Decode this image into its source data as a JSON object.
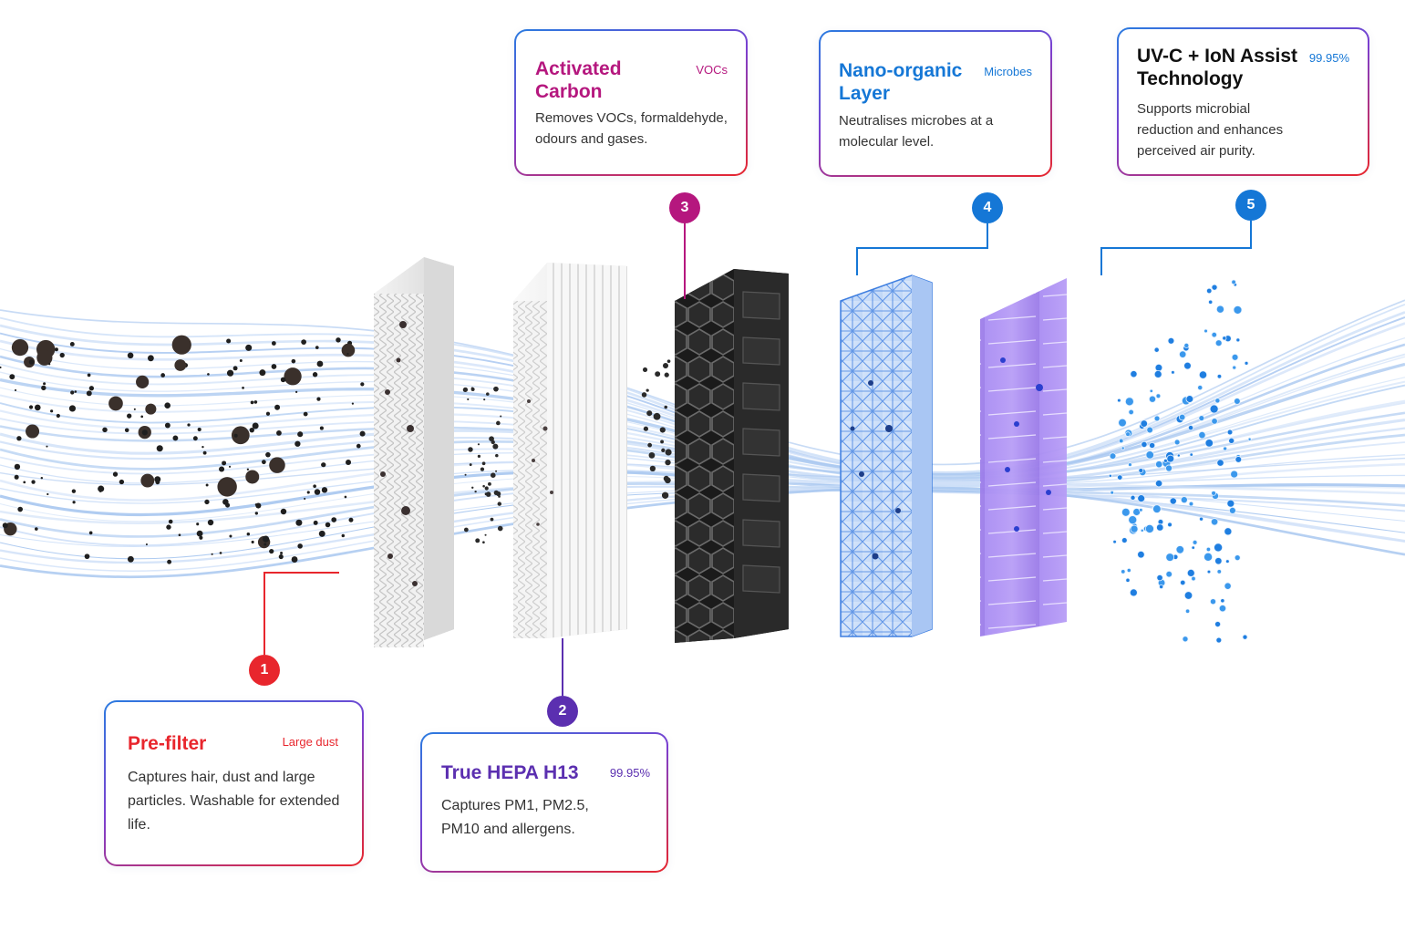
{
  "colors": {
    "red": "#e8262d",
    "purple": "#5b2fb0",
    "magenta": "#b5177e",
    "blue": "#1577d6",
    "black": "#111111",
    "flow": "#b9d3f3"
  },
  "layers": [
    {
      "number": "1",
      "title": "Pre-filter",
      "tag": "Large dust",
      "desc": "Captures hair, dust and large particles. Washable for extended life.",
      "color": "#e8262d"
    },
    {
      "number": "2",
      "title": "True HEPA H13",
      "tag": "99.95%",
      "desc": "Captures PM1, PM2.5, PM10 and allergens.",
      "color": "#5b2fb0"
    },
    {
      "number": "3",
      "title": "Activated Carbon",
      "tag": "VOCs",
      "desc": "Removes VOCs, formaldehyde, odours and gases.",
      "color": "#b5177e"
    },
    {
      "number": "4",
      "title": "Nano-organic Layer",
      "tag": "Microbes",
      "desc": "Neutralises microbes at a molecular level.",
      "color": "#1577d6"
    },
    {
      "number": "5",
      "title": "UV-C + IoN Assist Technology",
      "tag": "99.95%",
      "desc": "Supports microbial reduction and enhances perceived air purity.",
      "color": "#1577d6"
    }
  ]
}
